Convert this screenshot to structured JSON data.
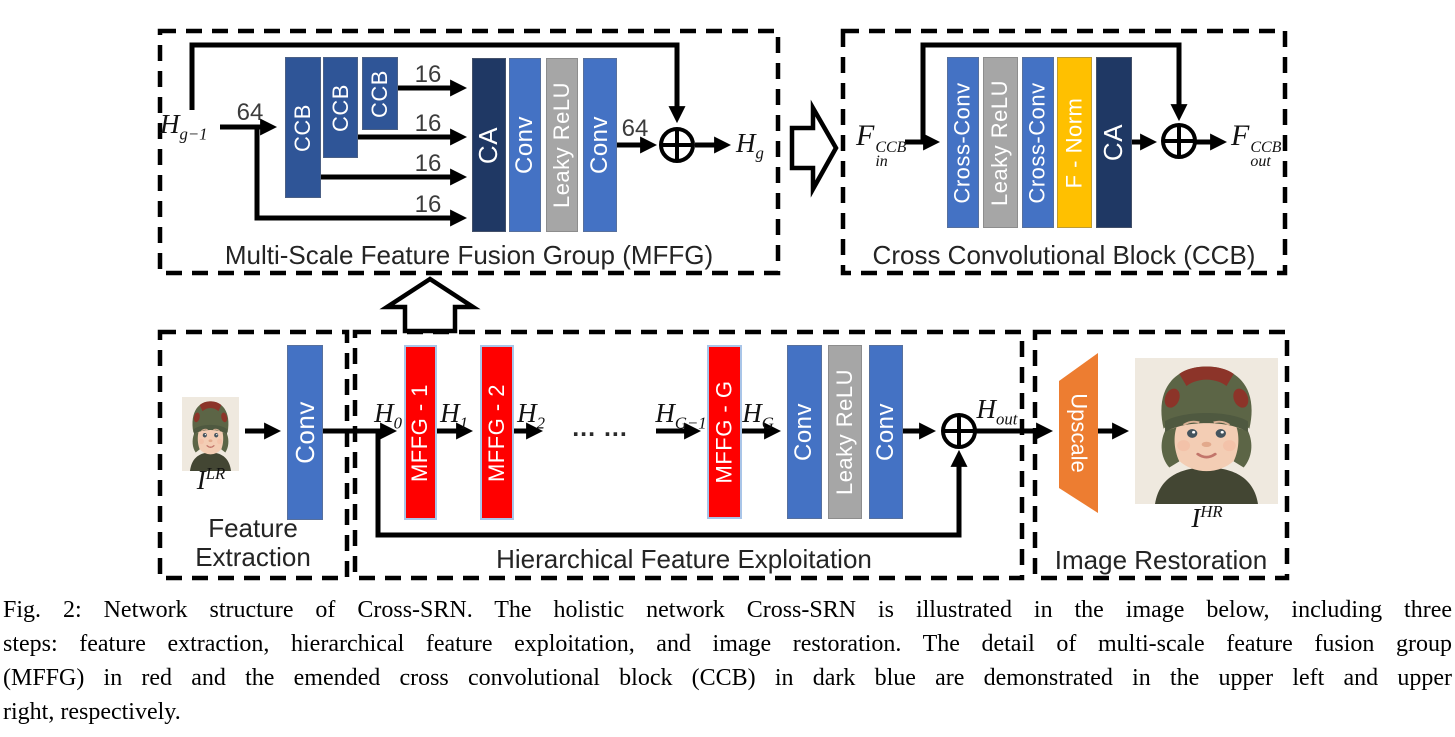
{
  "colors": {
    "ccb_blue": "#2F5597",
    "ca_navy": "#1F3864",
    "conv_blue": "#4472C4",
    "relu_gray": "#A6A6A6",
    "mffg_red": "#FF0000",
    "fnorm_gold": "#FFC000",
    "upscale_orange": "#ED7D31"
  },
  "mffg_detail": {
    "title": "Multi-Scale Feature Fusion Group (MFFG)",
    "input_label": {
      "base": "H",
      "sub": "g−1"
    },
    "input_channels": "64",
    "ccb_blocks": [
      "CCB",
      "CCB",
      "CCB"
    ],
    "branch_channels": [
      "16",
      "16",
      "16",
      "16"
    ],
    "fusion_blocks": [
      "CA",
      "Conv",
      "Leaky ReLU",
      "Conv"
    ],
    "output_channels": "64",
    "output_label": {
      "base": "H",
      "sub": "g"
    }
  },
  "ccb_detail": {
    "title": "Cross Convolutional Block (CCB)",
    "input_label": {
      "base": "F",
      "sup": "CCB",
      "sub": "in"
    },
    "blocks": [
      "Cross-Conv",
      "Leaky ReLU",
      "Cross-Conv",
      "F - Norm",
      "CA"
    ],
    "output_label": {
      "base": "F",
      "sup": "CCB",
      "sub": "out"
    }
  },
  "feature_extraction": {
    "title_line1": "Feature",
    "title_line2": "Extraction",
    "input_image_label": {
      "base": "I",
      "sup": "LR"
    },
    "conv": "Conv"
  },
  "hierarchical": {
    "title": "Hierarchical Feature Exploitation",
    "h0": {
      "base": "H",
      "sub": "0"
    },
    "h1": {
      "base": "H",
      "sub": "1"
    },
    "h2": {
      "base": "H",
      "sub": "2"
    },
    "dots": "... ...",
    "hgm1": {
      "base": "H",
      "sub": "G−1"
    },
    "hg": {
      "base": "H",
      "sub": "G"
    },
    "hout": {
      "base": "H",
      "sub": "out"
    },
    "mffg_blocks": [
      "MFFG - 1",
      "MFFG - 2",
      "MFFG - G"
    ],
    "tail_blocks": [
      "Conv",
      "Leaky ReLU",
      "Conv"
    ]
  },
  "restoration": {
    "title": "Image Restoration",
    "upscale": "Upscale",
    "output_image_label": {
      "base": "I",
      "sup": "HR"
    }
  },
  "caption": {
    "lines": [
      "Fig. 2: Network structure of Cross-SRN. The holistic network Cross-SRN is illustrated in the image below, including three",
      "steps: feature extraction, hierarchical feature exploitation, and image restoration. The detail of multi-scale feature fusion group",
      "(MFFG) in red and the emended cross convolutional block (CCB) in dark blue are demonstrated in the upper left and upper",
      "right, respectively."
    ]
  }
}
